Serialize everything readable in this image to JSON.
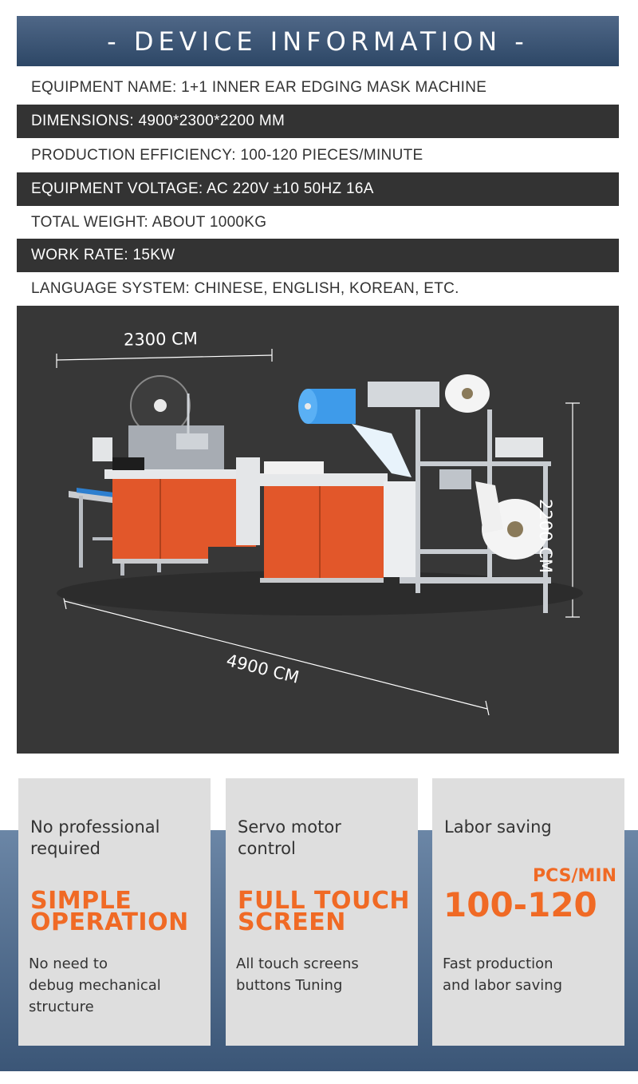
{
  "header": {
    "title": "- DEVICE INFORMATION -"
  },
  "specs": [
    "EQUIPMENT NAME: 1+1 INNER EAR EDGING MASK MACHINE",
    "DIMENSIONS: 4900*2300*2200 MM",
    "PRODUCTION EFFICIENCY: 100-120 PIECES/MINUTE",
    "EQUIPMENT VOLTAGE: AC 220V ±10 50HZ 16A",
    "TOTAL WEIGHT: ABOUT 1000KG",
    "WORK RATE: 15KW",
    "LANGUAGE SYSTEM: CHINESE, ENGLISH, KOREAN, ETC."
  ],
  "photo": {
    "width_label": "2300 CM",
    "height_label": "2200 CM",
    "length_label": "4900 CM"
  },
  "features": [
    {
      "top": [
        "No professional",
        "required"
      ],
      "big": [
        "SIMPLE",
        "OPERATION"
      ],
      "bottom": [
        "No need to",
        "debug mechanical",
        "structure"
      ]
    },
    {
      "top": [
        "Servo motor",
        "control"
      ],
      "big": [
        "FULL TOUCH",
        "SCREEN"
      ],
      "bottom": [
        "All touch screens",
        "buttons Tuning"
      ]
    },
    {
      "top": [
        "Labor saving"
      ],
      "unit": "PCS/MIN",
      "number": "100-120",
      "bottom": [
        "Fast production",
        "and labor saving"
      ]
    }
  ],
  "colors": {
    "header": "#3b5677",
    "dark_row": "#333333",
    "photo_bg": "#373737",
    "accent": "#f06a25",
    "card": "#dedede"
  }
}
